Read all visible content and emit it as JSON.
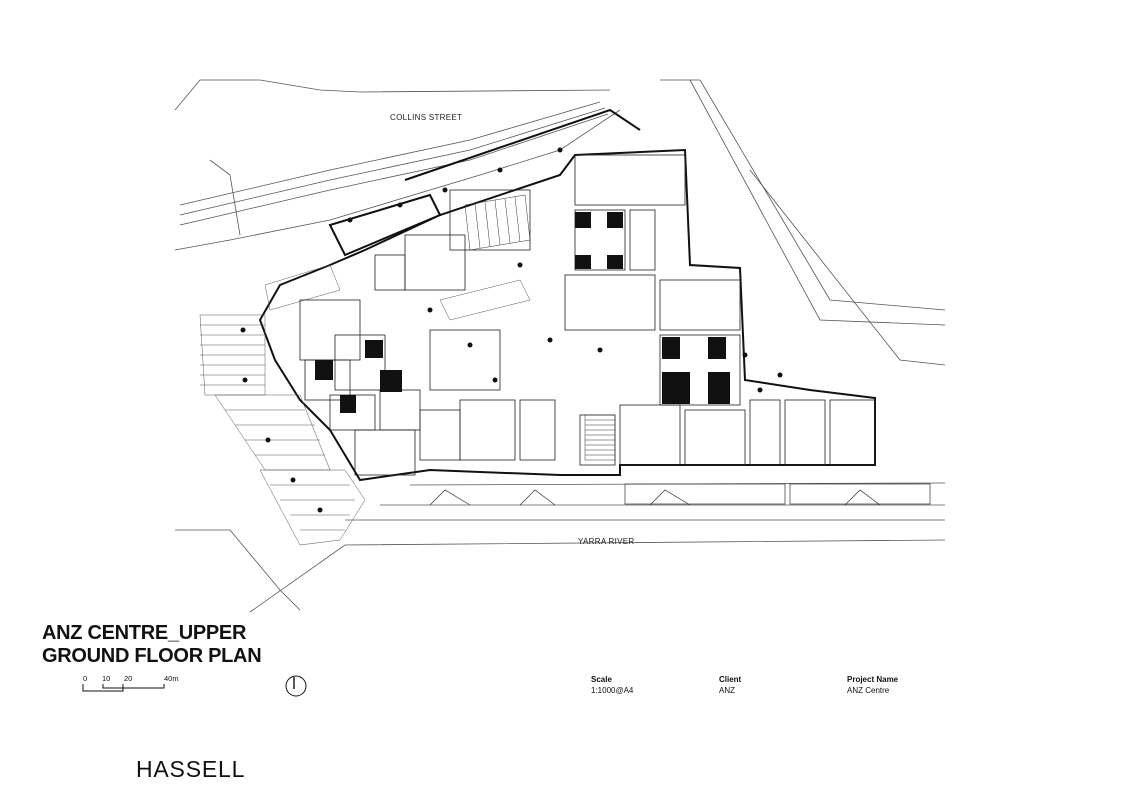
{
  "streets": {
    "north": "COLLINS STREET",
    "south": "YARRA RIVER"
  },
  "title": {
    "line1": "ANZ CENTRE_UPPER",
    "line2": "GROUND FLOOR PLAN"
  },
  "scale_bar": {
    "ticks": [
      "0",
      "10",
      "20",
      "40m"
    ]
  },
  "icons": {
    "north_arrow": "north-arrow-icon"
  },
  "info": {
    "scale": {
      "label": "Scale",
      "value": "1:1000@A4"
    },
    "client": {
      "label": "Client",
      "value": "ANZ"
    },
    "project": {
      "label": "Project Name",
      "value": "ANZ Centre"
    }
  },
  "logo": "HASSELL"
}
